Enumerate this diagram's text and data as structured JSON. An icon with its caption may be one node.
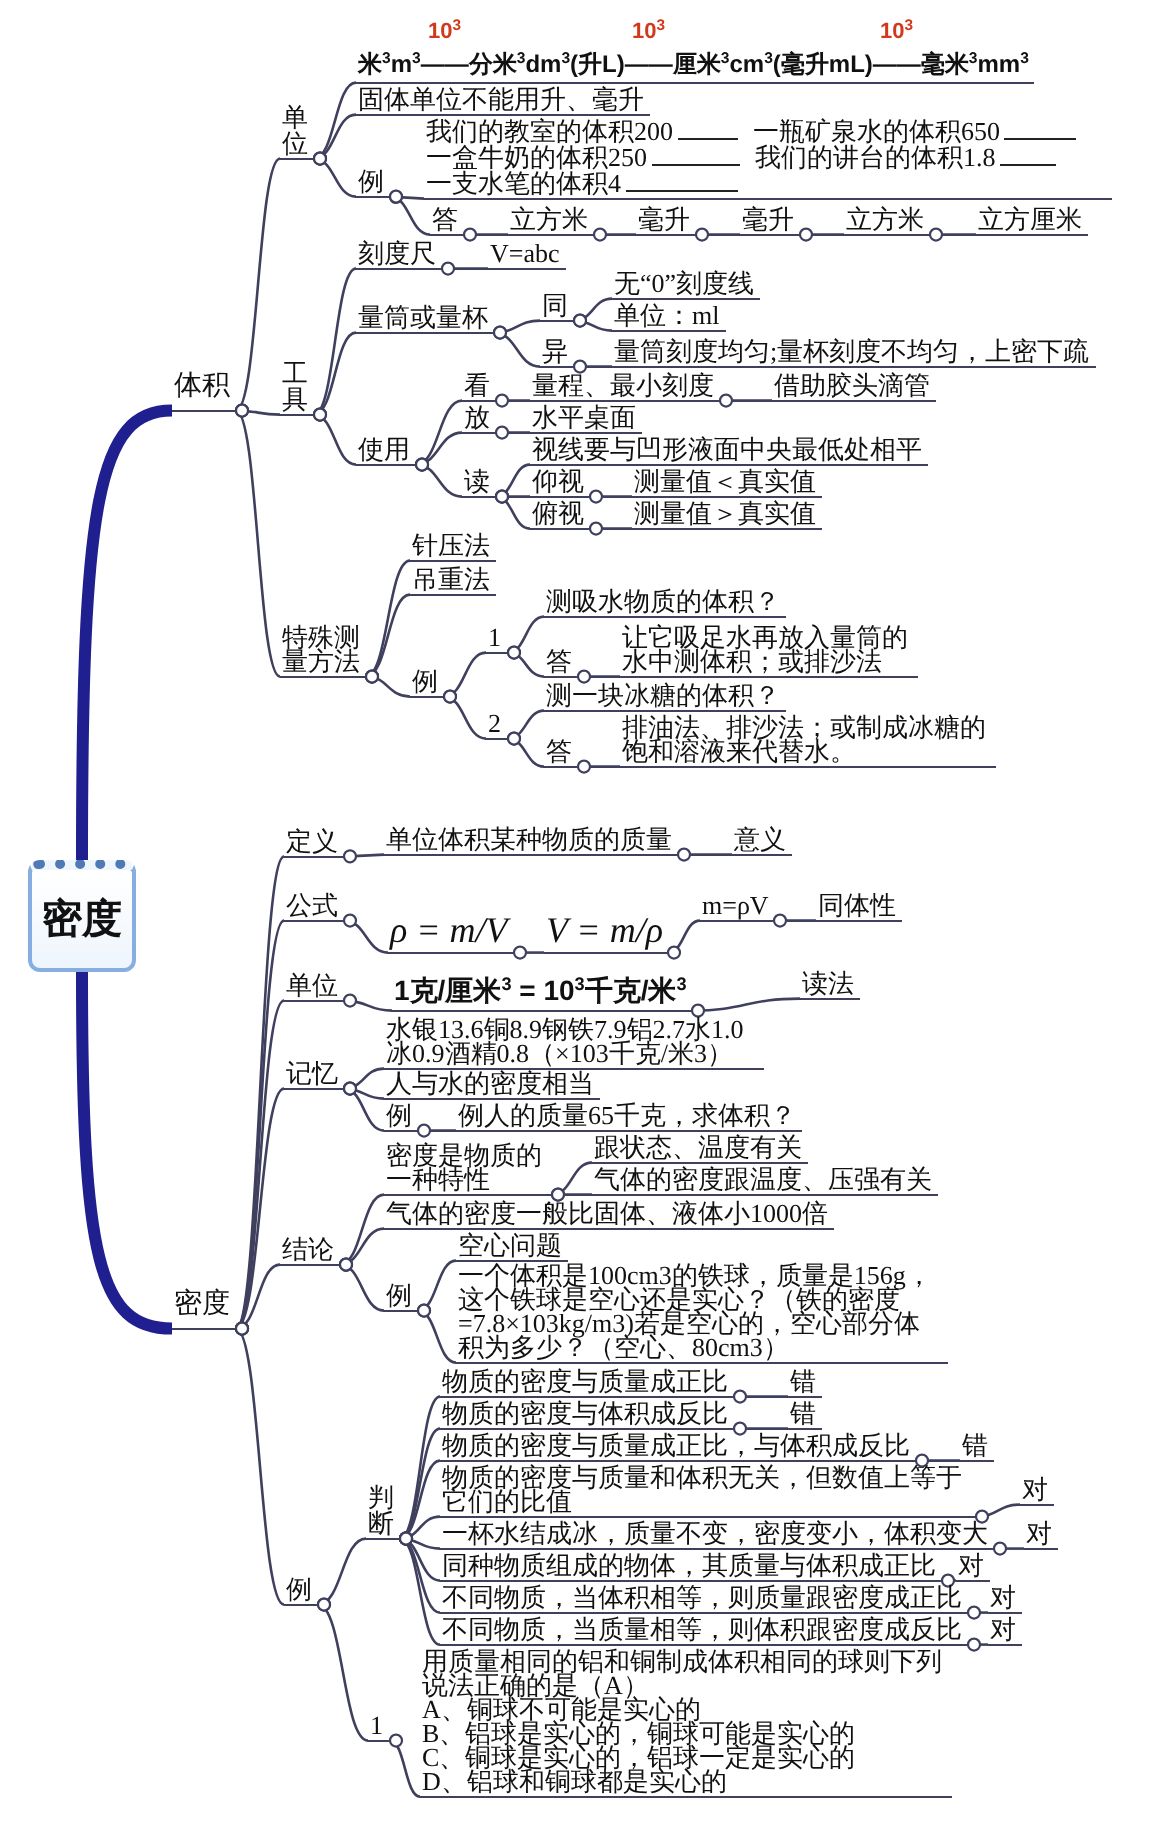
{
  "diagram": {
    "nodes": [
      {
        "text": [
          "密度"
        ]
      },
      {
        "text": [
          "体积"
        ]
      },
      {
        "text": [
          "单位"
        ]
      },
      {
        "text": [
          "米$^{3}$m$^{3}$——分米$^{3}$dm$^{3}$(升L)——厘米$^{3}$cm$^{3}$(毫升mL)——毫米$^{3}$mm$^{3}$"
        ],
        "beside": [
          "10$^{3}$",
          "10$^{3}$",
          "10$^{3}$"
        ]
      },
      {
        "text": [
          "固体单位不能用升、毫升"
        ]
      },
      {
        "text": [
          "例"
        ]
      },
      {
        "text": [
          "我们的教室的体积200",
          "一瓶矿泉水的体积650",
          "一盒牛奶的体积250",
          "我们的讲台的体积1.8",
          "一支水笔的体积4"
        ]
      },
      {
        "text": [
          "答"
        ]
      },
      {
        "text": [
          "立方米"
        ]
      },
      {
        "text": [
          "毫升"
        ]
      },
      {
        "text": [
          "毫升"
        ]
      },
      {
        "text": [
          "立方米"
        ]
      },
      {
        "text": [
          "立方厘米"
        ]
      },
      {
        "text": [
          "工具"
        ]
      },
      {
        "text": [
          "刻度尺"
        ]
      },
      {
        "text": [
          "V=abc"
        ]
      },
      {
        "text": [
          "量筒或量杯"
        ]
      },
      {
        "text": [
          "同"
        ]
      },
      {
        "text": [
          "无“0”刻度线"
        ]
      },
      {
        "text": [
          "单位：ml"
        ]
      },
      {
        "text": [
          "异"
        ]
      },
      {
        "text": [
          "量筒刻度均匀;量杯刻度不均匀，上密下疏"
        ]
      },
      {
        "text": [
          "使用"
        ]
      },
      {
        "text": [
          "看"
        ]
      },
      {
        "text": [
          "量程、最小刻度"
        ]
      },
      {
        "text": [
          "借助胶头滴管"
        ]
      },
      {
        "text": [
          "放"
        ]
      },
      {
        "text": [
          "水平桌面"
        ]
      },
      {
        "text": [
          "读"
        ]
      },
      {
        "text": [
          "视线要与凹形液面中央最低处相平"
        ]
      },
      {
        "text": [
          "仰视"
        ]
      },
      {
        "text": [
          "测量值＜真实值"
        ]
      },
      {
        "text": [
          "俯视"
        ]
      },
      {
        "text": [
          "测量值＞真实值"
        ]
      },
      {
        "text": [
          "特殊测量方法"
        ]
      },
      {
        "text": [
          "针压法"
        ]
      },
      {
        "text": [
          "吊重法"
        ]
      },
      {
        "text": [
          "例"
        ]
      },
      {
        "text": [
          "1"
        ]
      },
      {
        "text": [
          "测吸水物质的体积？"
        ]
      },
      {
        "text": [
          "答"
        ]
      },
      {
        "text": [
          "让它吸足水再放入量筒的水中测体积；或排沙法"
        ]
      },
      {
        "text": [
          "2"
        ]
      },
      {
        "text": [
          "测一块冰糖的体积？"
        ]
      },
      {
        "text": [
          "答"
        ]
      },
      {
        "text": [
          "排油法、排沙法；或制成冰糖的饱和溶液来代替水。"
        ]
      },
      {
        "text": [
          "密度"
        ]
      },
      {
        "text": [
          "定义"
        ]
      },
      {
        "text": [
          "单位体积某种物质的质量"
        ]
      },
      {
        "text": [
          "意义"
        ]
      },
      {
        "text": [
          "公式"
        ]
      },
      {
        "text": [
          "ρ = m/V"
        ]
      },
      {
        "text": [
          "V = m/ρ"
        ]
      },
      {
        "text": [
          "m=ρV"
        ]
      },
      {
        "text": [
          "同体性"
        ]
      },
      {
        "text": [
          "单位"
        ]
      },
      {
        "text": [
          "1克/厘米$^{3}$ = 10$^{3}$千克/米$^{3}$"
        ]
      },
      {
        "text": [
          "读法"
        ]
      },
      {
        "text": [
          "记忆"
        ]
      },
      {
        "text": [
          "水银13.6铜8.9钢铁7.9铝2.7水1.0冰0.9酒精0.8（×103千克/米3）"
        ]
      },
      {
        "text": [
          "人与水的密度相当"
        ]
      },
      {
        "text": [
          "例"
        ]
      },
      {
        "text": [
          "例人的质量65千克，求体积？"
        ]
      },
      {
        "text": [
          "结论"
        ]
      },
      {
        "text": [
          "密度是物质的一种特性"
        ]
      },
      {
        "text": [
          "跟状态、温度有关"
        ]
      },
      {
        "text": [
          "气体的密度跟温度、压强有关"
        ]
      },
      {
        "text": [
          "气体的密度一般比固体、液体小1000倍"
        ]
      },
      {
        "text": [
          "例"
        ]
      },
      {
        "text": [
          "空心问题"
        ]
      },
      {
        "text": [
          "一个体积是100cm3的铁球，质量是156g，这个铁球是空心还是实心？（铁的密度=7.8×103kg/m3)若是空心的，空心部分体积为多少？（空心、80cm3）"
        ]
      },
      {
        "text": [
          "例"
        ]
      },
      {
        "text": [
          "判断"
        ]
      },
      {
        "text": [
          "物质的密度与质量成正比"
        ]
      },
      {
        "text": [
          "错"
        ]
      },
      {
        "text": [
          "物质的密度与体积成反比"
        ]
      },
      {
        "text": [
          "错"
        ]
      },
      {
        "text": [
          "物质的密度与质量成正比，与体积成反比"
        ]
      },
      {
        "text": [
          "错"
        ]
      },
      {
        "text": [
          "物质的密度与质量和体积无关，但数值上等于它们的比值"
        ]
      },
      {
        "text": [
          "对"
        ]
      },
      {
        "text": [
          "一杯水结成冰，质量不变，密度变小，体积变大"
        ]
      },
      {
        "text": [
          "对"
        ]
      },
      {
        "text": [
          "同种物质组成的物体，其质量与体积成正比"
        ]
      },
      {
        "text": [
          "对"
        ]
      },
      {
        "text": [
          "不同物质，当体积相等，则质量跟密度成正比"
        ]
      },
      {
        "text": [
          "对"
        ]
      },
      {
        "text": [
          "不同物质，当质量相等，则体积跟密度成反比"
        ]
      },
      {
        "text": [
          "对"
        ]
      },
      {
        "text": [
          "1"
        ]
      },
      {
        "text": [
          "用质量相同的铝和铜制成体积相同的球则下列说法正确的是（A）",
          "A、铜球不可能是实心的",
          "B、铝球是实心的，铜球可能是实心的",
          "C、铜球是实心的，铝球一定是实心的",
          "D、铝球和铜球都是实心的"
        ]
      }
    ],
    "edges": [
      {
        "from": 0,
        "to": 1,
        "arrow": "none",
        "style": "thick",
        "color": "#1f1f8f"
      },
      {
        "from": 1,
        "to": 2,
        "arrow": "other"
      },
      {
        "from": 2,
        "to": 3,
        "arrow": "other"
      },
      {
        "from": 2,
        "to": 4,
        "arrow": "other"
      },
      {
        "from": 2,
        "to": 5,
        "arrow": "other"
      },
      {
        "from": 5,
        "to": 6,
        "arrow": "other"
      },
      {
        "from": 5,
        "to": 7,
        "arrow": "other"
      },
      {
        "from": 7,
        "to": 8,
        "arrow": "other"
      },
      {
        "from": 8,
        "to": 9,
        "arrow": "other"
      },
      {
        "from": 9,
        "to": 10,
        "arrow": "other"
      },
      {
        "from": 10,
        "to": 11,
        "arrow": "other"
      },
      {
        "from": 11,
        "to": 12,
        "arrow": "other"
      },
      {
        "from": 1,
        "to": 13,
        "arrow": "other"
      },
      {
        "from": 13,
        "to": 14,
        "arrow": "other"
      },
      {
        "from": 14,
        "to": 15,
        "arrow": "other"
      },
      {
        "from": 13,
        "to": 16,
        "arrow": "other"
      },
      {
        "from": 16,
        "to": 17,
        "arrow": "other"
      },
      {
        "from": 17,
        "to": 18,
        "arrow": "other"
      },
      {
        "from": 17,
        "to": 19,
        "arrow": "other"
      },
      {
        "from": 16,
        "to": 20,
        "arrow": "other"
      },
      {
        "from": 20,
        "to": 21,
        "arrow": "other"
      },
      {
        "from": 13,
        "to": 22,
        "arrow": "other"
      },
      {
        "from": 22,
        "to": 23,
        "arrow": "other"
      },
      {
        "from": 23,
        "to": 24,
        "arrow": "other"
      },
      {
        "from": 24,
        "to": 25,
        "arrow": "other"
      },
      {
        "from": 22,
        "to": 26,
        "arrow": "other"
      },
      {
        "from": 26,
        "to": 27,
        "arrow": "other"
      },
      {
        "from": 22,
        "to": 28,
        "arrow": "other"
      },
      {
        "from": 28,
        "to": 29,
        "arrow": "other"
      },
      {
        "from": 28,
        "to": 30,
        "arrow": "other"
      },
      {
        "from": 30,
        "to": 31,
        "arrow": "other"
      },
      {
        "from": 28,
        "to": 32,
        "arrow": "other"
      },
      {
        "from": 32,
        "to": 33,
        "arrow": "other"
      },
      {
        "from": 1,
        "to": 34,
        "arrow": "other"
      },
      {
        "from": 34,
        "to": 35,
        "arrow": "other"
      },
      {
        "from": 34,
        "to": 36,
        "arrow": "other"
      },
      {
        "from": 34,
        "to": 37,
        "arrow": "other"
      },
      {
        "from": 37,
        "to": 38,
        "arrow": "other"
      },
      {
        "from": 38,
        "to": 39,
        "arrow": "other"
      },
      {
        "from": 38,
        "to": 40,
        "arrow": "other"
      },
      {
        "from": 40,
        "to": 41,
        "arrow": "other"
      },
      {
        "from": 37,
        "to": 42,
        "arrow": "other"
      },
      {
        "from": 42,
        "to": 43,
        "arrow": "other"
      },
      {
        "from": 42,
        "to": 44,
        "arrow": "other"
      },
      {
        "from": 44,
        "to": 45,
        "arrow": "other"
      },
      {
        "from": 0,
        "to": 46,
        "arrow": "none",
        "style": "thick",
        "color": "#1f1f8f"
      },
      {
        "from": 46,
        "to": 47,
        "arrow": "other"
      },
      {
        "from": 47,
        "to": 48,
        "arrow": "other"
      },
      {
        "from": 48,
        "to": 49,
        "arrow": "other"
      },
      {
        "from": 46,
        "to": 50,
        "arrow": "other"
      },
      {
        "from": 50,
        "to": 51,
        "arrow": "other"
      },
      {
        "from": 51,
        "to": 52,
        "arrow": "other"
      },
      {
        "from": 52,
        "to": 53,
        "arrow": "other"
      },
      {
        "from": 53,
        "to": 54,
        "arrow": "other"
      },
      {
        "from": 46,
        "to": 55,
        "arrow": "other"
      },
      {
        "from": 55,
        "to": 56,
        "arrow": "other"
      },
      {
        "from": 56,
        "to": 57,
        "arrow": "other"
      },
      {
        "from": 46,
        "to": 58,
        "arrow": "other"
      },
      {
        "from": 58,
        "to": 59,
        "arrow": "other"
      },
      {
        "from": 58,
        "to": 60,
        "arrow": "other"
      },
      {
        "from": 58,
        "to": 61,
        "arrow": "other"
      },
      {
        "from": 61,
        "to": 62,
        "arrow": "other"
      },
      {
        "from": 46,
        "to": 63,
        "arrow": "other"
      },
      {
        "from": 63,
        "to": 64,
        "arrow": "other"
      },
      {
        "from": 64,
        "to": 65,
        "arrow": "other"
      },
      {
        "from": 64,
        "to": 66,
        "arrow": "other"
      },
      {
        "from": 63,
        "to": 67,
        "arrow": "other"
      },
      {
        "from": 63,
        "to": 68,
        "arrow": "other"
      },
      {
        "from": 68,
        "to": 69,
        "arrow": "other"
      },
      {
        "from": 68,
        "to": 70,
        "arrow": "other"
      },
      {
        "from": 46,
        "to": 71,
        "arrow": "other"
      },
      {
        "from": 71,
        "to": 72,
        "arrow": "other"
      },
      {
        "from": 72,
        "to": 73,
        "arrow": "other"
      },
      {
        "from": 73,
        "to": 74,
        "arrow": "other"
      },
      {
        "from": 72,
        "to": 75,
        "arrow": "other"
      },
      {
        "from": 75,
        "to": 76,
        "arrow": "other"
      },
      {
        "from": 72,
        "to": 77,
        "arrow": "other"
      },
      {
        "from": 77,
        "to": 78,
        "arrow": "other"
      },
      {
        "from": 72,
        "to": 79,
        "arrow": "other"
      },
      {
        "from": 79,
        "to": 80,
        "arrow": "other"
      },
      {
        "from": 72,
        "to": 81,
        "arrow": "other"
      },
      {
        "from": 81,
        "to": 82,
        "arrow": "other"
      },
      {
        "from": 72,
        "to": 83,
        "arrow": "other"
      },
      {
        "from": 83,
        "to": 84,
        "arrow": "other"
      },
      {
        "from": 72,
        "to": 85,
        "arrow": "other"
      },
      {
        "from": 85,
        "to": 86,
        "arrow": "other"
      },
      {
        "from": 72,
        "to": 87,
        "arrow": "other"
      },
      {
        "from": 87,
        "to": 88,
        "arrow": "other"
      },
      {
        "from": 71,
        "to": 89,
        "arrow": "other"
      },
      {
        "from": 89,
        "to": 90,
        "arrow": "other"
      }
    ]
  }
}
